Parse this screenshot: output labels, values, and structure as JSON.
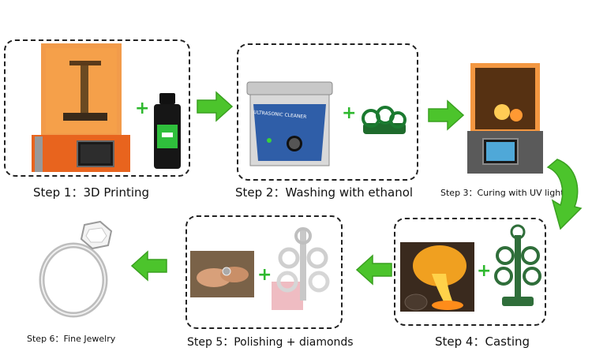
{
  "steps": [
    {
      "label": "Step 1：3D Printing"
    },
    {
      "label": "Step 2：Washing with ethanol"
    },
    {
      "label": "Step 3：Curing with UV light"
    },
    {
      "label": "Step 4：Casting"
    },
    {
      "label": "Step 5：Polishing + diamonds"
    },
    {
      "label": "Step 6：Fine Jewelry"
    }
  ],
  "plus_sign": "+",
  "cleaner_text": "ULTRASONIC CLEANER",
  "colors": {
    "arrow_green": "#4cc42c",
    "plus_green": "#2eb82e",
    "printer_orange": "#e8641e"
  }
}
